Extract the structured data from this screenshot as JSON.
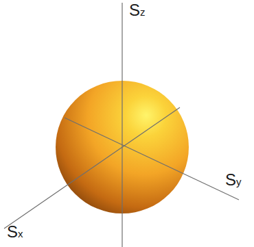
{
  "diagram": {
    "labels": [
      "Sz",
      "Sy",
      "Sx"
    ]
  }
}
